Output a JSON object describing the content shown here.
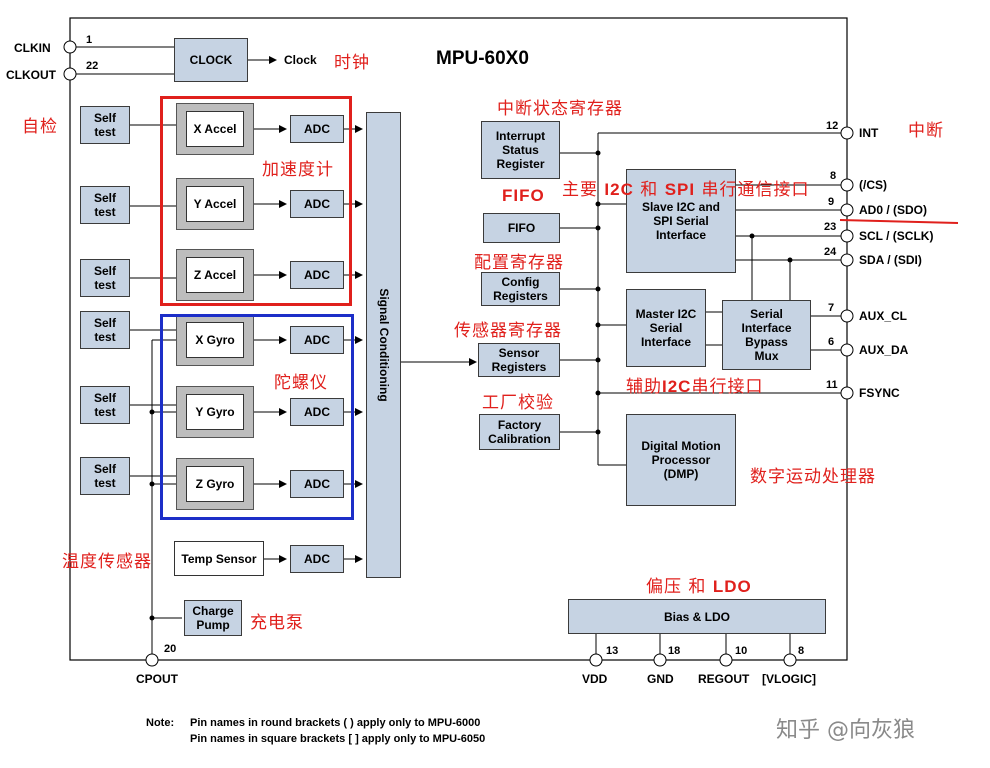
{
  "chip": {
    "title": "MPU-60X0"
  },
  "blocks": {
    "clock": "CLOCK",
    "clock_out": "Clock",
    "self_test": "Self\ntest",
    "x_accel": "X Accel",
    "y_accel": "Y Accel",
    "z_accel": "Z Accel",
    "x_gyro": "X Gyro",
    "y_gyro": "Y Gyro",
    "z_gyro": "Z Gyro",
    "adc": "ADC",
    "temp_sensor": "Temp Sensor",
    "charge_pump": "Charge\nPump",
    "signal_conditioning": "Signal Conditioning",
    "interrupt_status": "Interrupt\nStatus\nRegister",
    "fifo": "FIFO",
    "config_registers": "Config\nRegisters",
    "sensor_registers": "Sensor\nRegisters",
    "factory_calibration": "Factory\nCalibration",
    "slave_i2c_spi": "Slave I2C and\nSPI Serial\nInterface",
    "master_i2c": "Master I2C\nSerial\nInterface",
    "bypass_mux": "Serial\nInterface\nBypass\nMux",
    "dmp": "Digital Motion\nProcessor\n(DMP)",
    "bias_ldo": "Bias & LDO"
  },
  "pins": {
    "clkin": "CLKIN",
    "clkin_num": "1",
    "clkout": "CLKOUT",
    "clkout_num": "22",
    "int": "INT",
    "int_num": "12",
    "cs": "(/CS)",
    "cs_num": "8",
    "ad0": "AD0 / (SDO)",
    "ad0_num": "9",
    "scl": "SCL / (SCLK)",
    "scl_num": "23",
    "sda": "SDA / (SDI)",
    "sda_num": "24",
    "aux_cl": "AUX_CL",
    "aux_cl_num": "7",
    "aux_da": "AUX_DA",
    "aux_da_num": "6",
    "fsync": "FSYNC",
    "fsync_num": "11",
    "cpout": "CPOUT",
    "cpout_num": "20",
    "vdd": "VDD",
    "vdd_num": "13",
    "gnd": "GND",
    "gnd_num": "18",
    "regout": "REGOUT",
    "regout_num": "10",
    "vlogic": "[VLOGIC]",
    "vlogic_num": "8"
  },
  "annotations": {
    "clock_cn": "时钟",
    "self_test_cn": "自检",
    "accel_cn": "加速度计",
    "gyro_cn": "陀螺仪",
    "temp_cn": "温度传感器",
    "charge_cn": "充电泵",
    "interrupt_cn": "中断状态寄存器",
    "fifo_cn": "FIFO",
    "config_cn": "配置寄存器",
    "sensor_reg_cn": "传感器寄存器",
    "factory_cn": "工厂校验",
    "slave_cn_a": "主要 ",
    "slave_cn_b": "I2C",
    "slave_cn_c": " 和 ",
    "slave_cn_d": "SPI",
    "slave_cn_e": " 串行通信接口",
    "aux_cn_a": "辅助",
    "aux_cn_b": "I2C",
    "aux_cn_c": "串行接口",
    "int_cn": "中断",
    "dmp_cn": "数字运动处理器",
    "bias_cn_a": "偏压 和 ",
    "bias_cn_b": "LDO"
  },
  "note": {
    "label": "Note:",
    "line1": "Pin names in round brackets ( ) apply only to MPU-6000",
    "line2": "Pin names in square brackets [ ] apply only to MPU-6050"
  },
  "watermark": "知乎 @向灰狼",
  "colors": {
    "block_fill": "#c6d3e3",
    "accel_box": "#e0201c",
    "gyro_box": "#1c2ec8",
    "annotation": "#e0201c"
  }
}
